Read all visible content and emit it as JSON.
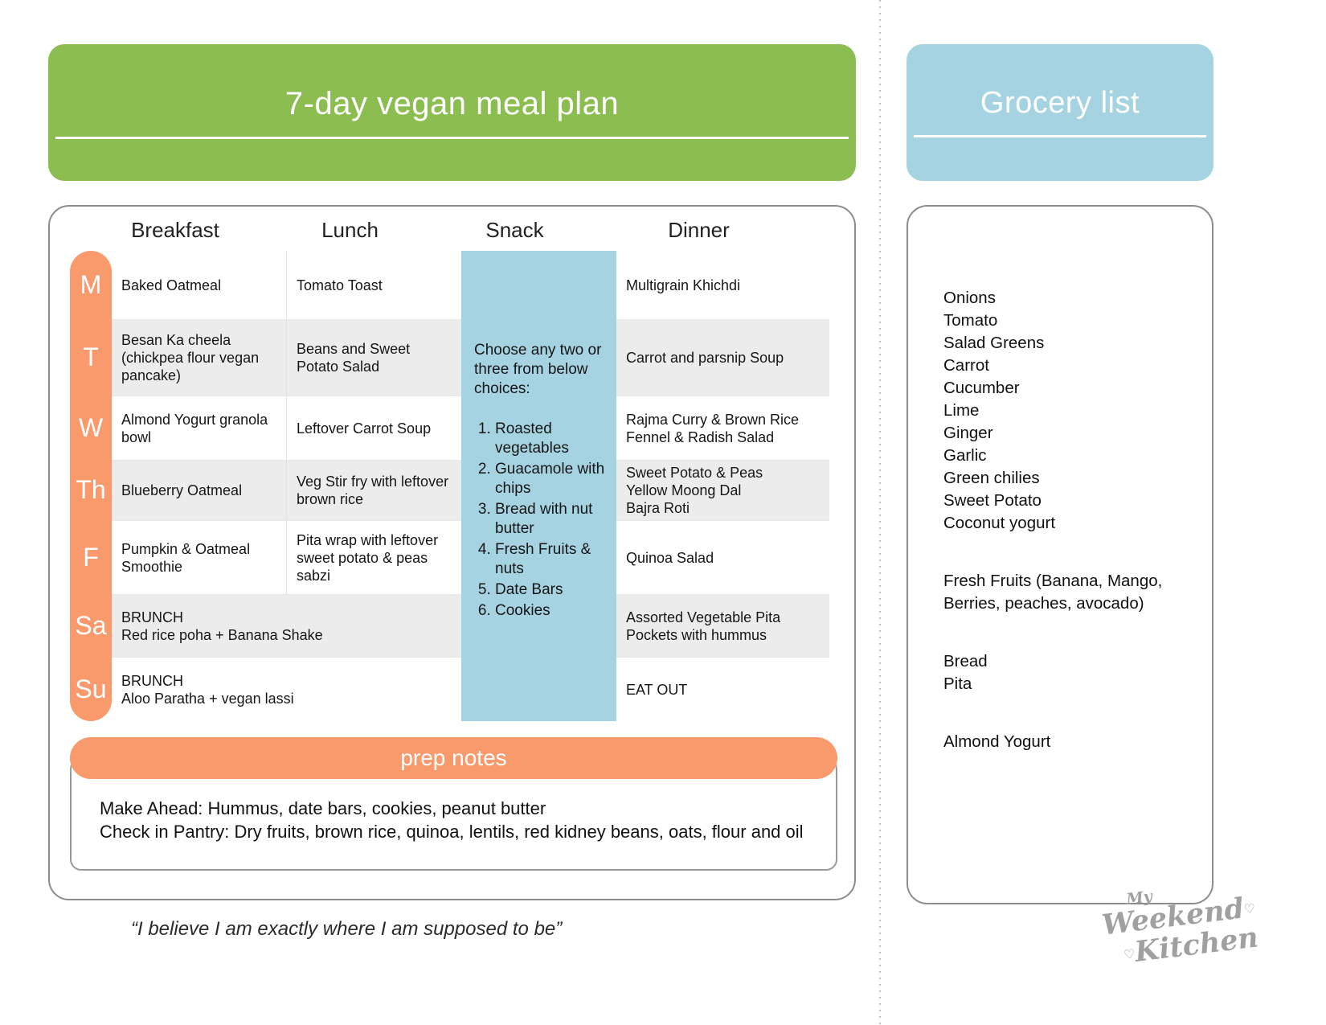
{
  "colors": {
    "green": "#8cbd50",
    "blue": "#a5d3e2",
    "orange": "#f99a6d",
    "row_alt": "#ececec"
  },
  "meal_plan": {
    "title": "7-day vegan meal plan",
    "headers": [
      "Breakfast",
      "Lunch",
      "Snack",
      "Dinner"
    ],
    "rows": [
      {
        "day": "M",
        "breakfast": "Baked Oatmeal",
        "lunch": "Tomato Toast",
        "dinner": "Multigrain Khichdi"
      },
      {
        "day": "T",
        "breakfast": "Besan Ka cheela (chickpea flour vegan pancake)",
        "lunch": "Beans and Sweet Potato Salad",
        "dinner": "Carrot and parsnip Soup"
      },
      {
        "day": "W",
        "breakfast": "Almond Yogurt granola bowl",
        "lunch": "Leftover Carrot Soup",
        "dinner": "Rajma Curry & Brown Rice\nFennel & Radish Salad"
      },
      {
        "day": "Th",
        "breakfast": "Blueberry Oatmeal",
        "lunch": "Veg Stir fry with leftover brown rice",
        "dinner": "Sweet Potato & Peas\nYellow Moong Dal\nBajra Roti"
      },
      {
        "day": "F",
        "breakfast": "Pumpkin & Oatmeal Smoothie",
        "lunch": "Pita wrap with leftover sweet potato & peas sabzi",
        "dinner": "Quinoa Salad"
      },
      {
        "day": "Sa",
        "brunch": "BRUNCH\nRed rice poha + Banana Shake",
        "dinner": "Assorted Vegetable Pita Pockets with hummus"
      },
      {
        "day": "Su",
        "brunch": "BRUNCH\nAloo Paratha + vegan lassi",
        "dinner": "EAT OUT"
      }
    ],
    "snack": {
      "intro": "Choose any two or three from below choices:",
      "options": [
        "Roasted vegetables",
        "Guacamole with chips",
        "Bread with nut butter",
        "Fresh Fruits & nuts",
        "Date Bars",
        "Cookies"
      ]
    },
    "prep_notes": {
      "title": "prep notes",
      "text": "Make Ahead: Hummus, date bars, cookies, peanut butter\nCheck in Pantry: Dry fruits, brown rice, quinoa, lentils, red kidney beans, oats, flour and oil"
    },
    "quote": "“I believe I am exactly where I am supposed to be”"
  },
  "grocery": {
    "title": "Grocery list",
    "groups": [
      {
        "items": [
          "Onions",
          "Tomato",
          "Salad Greens",
          "Carrot",
          "Cucumber",
          "Lime",
          "Ginger",
          "Garlic",
          "Green chilies",
          "Sweet Potato",
          "Coconut yogurt"
        ]
      },
      {
        "items": [
          "Fresh Fruits (Banana, Mango, Berries, peaches, avocado)"
        ]
      },
      {
        "items": [
          "Bread",
          "Pita"
        ]
      },
      {
        "items": [
          "Almond Yogurt"
        ]
      }
    ]
  },
  "logo": {
    "word0": "My",
    "word1": "Weekend",
    "word2": "Kitchen",
    "heart": "♡"
  }
}
